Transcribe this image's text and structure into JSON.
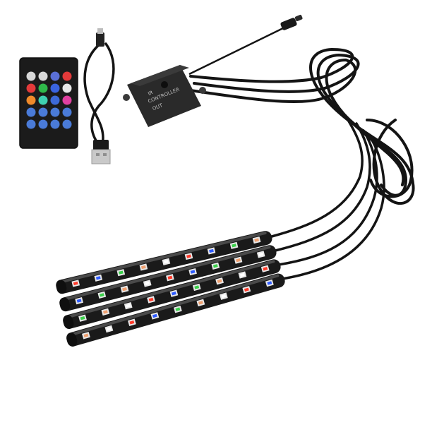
{
  "scene": {
    "background": "#ffffff",
    "product": "rgb-led-strip-kit"
  },
  "remote": {
    "body_color": "#1b1b1b",
    "button_colors": [
      "#d8d8d8",
      "#d8d8d8",
      "#5a6fd6",
      "#e23a3a",
      "#e23a3a",
      "#2fb84a",
      "#3a64e0",
      "#e8e8e8",
      "#f08a2a",
      "#3fd0b0",
      "#3d6ad8",
      "#e040a0",
      "#4a7bd8",
      "#4a7bd8",
      "#4a7bd8",
      "#4a7bd8",
      "#4a7bd8",
      "#4a7bd8",
      "#4a7bd8",
      "#4a7bd8"
    ]
  },
  "controller": {
    "body_color": "#2a2a2a",
    "label_lines": [
      "IR",
      "CONTROLLER",
      "OUT"
    ]
  },
  "strips": {
    "count": 4,
    "led_colors": [
      "#ff3a2a",
      "#2f5cff",
      "#3ad04a",
      "#f0a070",
      "#ffffff"
    ]
  },
  "colors": {
    "cable": "#141414",
    "usb_metal": "#c9c9c9"
  }
}
